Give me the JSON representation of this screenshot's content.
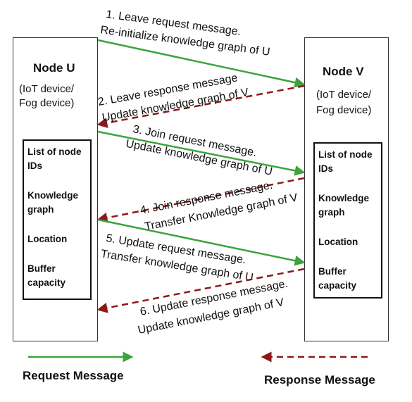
{
  "node_u": {
    "title": "Node U",
    "subtitle_line1": "(IoT device/",
    "subtitle_line2": "Fog device)",
    "attributes": [
      "List of node IDs",
      "Knowledge graph",
      "Location",
      "Buffer capacity"
    ]
  },
  "node_v": {
    "title": "Node V",
    "subtitle_line1": "(IoT device/",
    "subtitle_line2": "Fog device)",
    "attributes": [
      "List of node IDs",
      "Knowledge graph",
      "Location",
      "Buffer capacity"
    ]
  },
  "messages": [
    {
      "kind": "request",
      "line1": "1. Leave request message.",
      "line2": "Re-initialize knowledge graph of U"
    },
    {
      "kind": "response",
      "line1": "2. Leave response message",
      "line2": "Update knowledge graph of V"
    },
    {
      "kind": "request",
      "line1": "3. Join request message.",
      "line2": "Update knowledge graph of U"
    },
    {
      "kind": "response",
      "line1": "4. Join response message.",
      "line2": "Transfer Knowledge graph of V"
    },
    {
      "kind": "request",
      "line1": "5. Update request message.",
      "line2": "Transfer knowledge graph of U"
    },
    {
      "kind": "response",
      "line1": "6. Update response message.",
      "line2": "Update knowledge graph of V"
    }
  ],
  "legend": {
    "request_label": "Request Message",
    "response_label": "Response Message"
  },
  "colors": {
    "request": "#3da33d",
    "response": "#8b1a1a"
  }
}
